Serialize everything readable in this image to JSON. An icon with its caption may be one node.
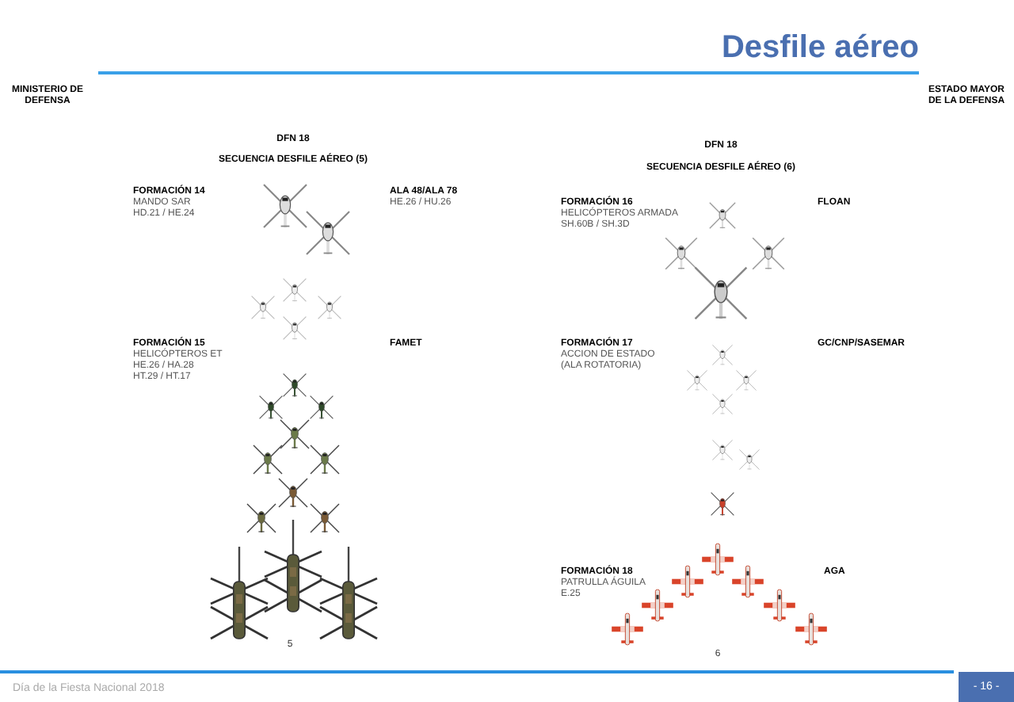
{
  "diagram": {
    "title": "Desfile aéreo",
    "labels": [
      "MINISTERIO DE DEFENSA",
      "ESTADO MAYOR DE LA DEFENSA",
      "DFN 18",
      "SECUENCIA DESFILE AÉREO (5)",
      "FORMACIÓN 14",
      "MANDO SAR",
      "HD.21 / HE.24",
      "ALA 48/ALA 78",
      "HE.26 / HU.26",
      "FORMACIÓN 15",
      "HELICÓPTEROS ET",
      "HE.26 / HA.28",
      "HT.29 / HT.17",
      "FAMET",
      "5",
      "DFN 18",
      "SECUENCIA DESFILE AÉREO (6)",
      "FORMACIÓN 16",
      "HELICÓPTEROS ARMADA",
      "SH.60B / SH.3D",
      "FLOAN",
      "FORMACIÓN 17",
      "ACCION DE ESTADO",
      "(ALA ROTATORIA)",
      "GC/CNP/SASEMAR",
      "FORMACIÓN 18",
      "PATRULLA ÁGUILA",
      "E.25",
      "AGA",
      "6",
      "Día de la Fiesta Nacional 2018",
      "- 16 -"
    ]
  }
}
